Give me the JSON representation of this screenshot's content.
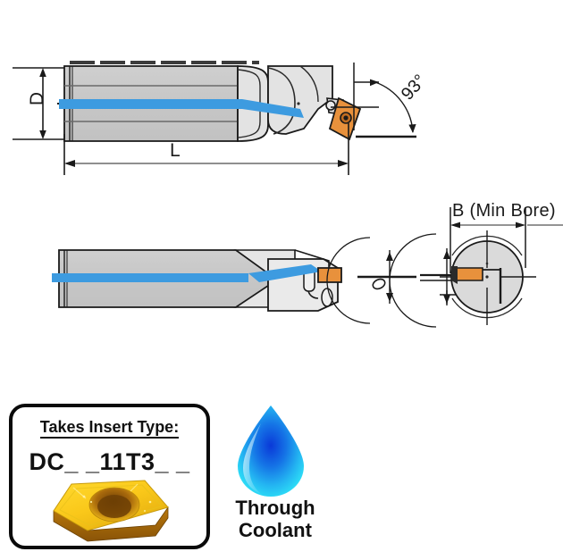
{
  "drawing": {
    "title": "Boring Bar Technical Drawing",
    "background_color": "#ffffff",
    "line_color": "#1a1a1a",
    "body_fill": "#c8c8c8",
    "body_fill_light": "#e3e3e3",
    "coolant_line_color": "#3d9be0",
    "insert_color": "#e8913c",
    "insert_color_dark": "#c06c20"
  },
  "views": {
    "top_view": {
      "name": "side-elevation-view",
      "dimensions": {
        "diameter_label": "D",
        "length_label": "L",
        "lead_angle_label": "93°"
      }
    },
    "bottom_view": {
      "name": "rotated-side-view",
      "dimensions": {
        "min_bore_label": "B  (Min Bore)"
      }
    }
  },
  "insert_callout": {
    "heading": "Takes Insert Type:",
    "code": "DC_ _11T3_ _",
    "insert_icon": "rhombic-insert-icon"
  },
  "coolant_callout": {
    "icon": "water-droplet-icon",
    "line1": "Through",
    "line2": "Coolant",
    "droplet_color_top": "#23b9f0",
    "droplet_color_core": "#0a39d8",
    "droplet_color_bottom": "#25e3f5"
  }
}
